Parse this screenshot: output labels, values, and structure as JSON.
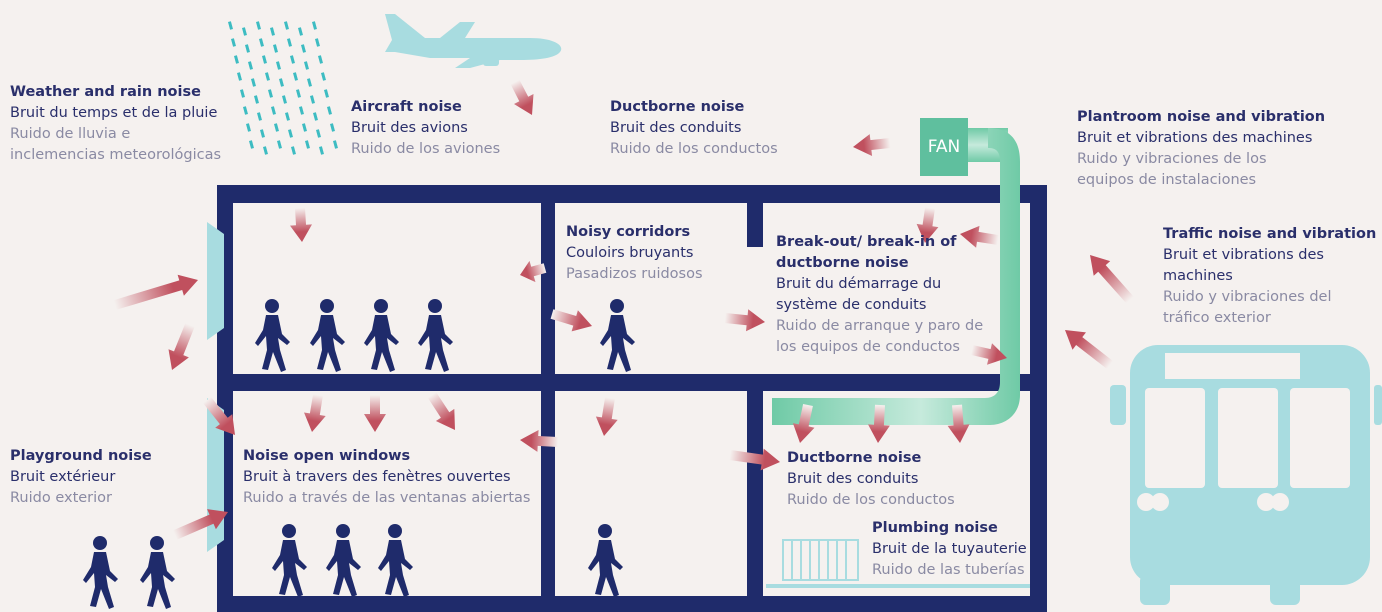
{
  "colors": {
    "building": "#1f2b6b",
    "light_blue": "#a8dce0",
    "arrow_red": "#c0505e",
    "duct_green": "#5fbf9e",
    "text_dark": "#2a2f6b",
    "text_grey": "#8a8aa3",
    "background": "#f5f1ef"
  },
  "fan_label": "FAN",
  "labels": {
    "weather": {
      "en": "Weather and rain noise",
      "fr": "Bruit du temps et de la pluie",
      "es": "Ruido de lluvia e inclemencias meteorológicas"
    },
    "aircraft": {
      "en": "Aircraft noise",
      "fr": "Bruit des avions",
      "es": "Ruido de los aviones"
    },
    "ductborne_top": {
      "en": "Ductborne noise",
      "fr": "Bruit des conduits",
      "es": "Ruido de los conductos"
    },
    "plantroom": {
      "en": "Plantroom noise and vibration",
      "fr": "Bruit et vibrations des machines",
      "es": "Ruido y vibraciones de los equipos de instalaciones"
    },
    "traffic": {
      "en": "Traffic noise and vibration",
      "fr": "Bruit et vibrations des machines",
      "es": "Ruido y vibraciones del tráfico exterior"
    },
    "corridors": {
      "en": "Noisy corridors",
      "fr": "Couloirs bruyants",
      "es": "Pasadizos ruidosos"
    },
    "breakout": {
      "en": "Break-out/ break-in of ductborne noise",
      "fr": "Bruit du démarrage du système de conduits",
      "es": "Ruido de arranque y paro de los equipos de conductos"
    },
    "playground": {
      "en": "Playground noise",
      "fr": "Bruit extérieur",
      "es": "Ruido exterior"
    },
    "windows": {
      "en": "Noise open windows",
      "fr": "Bruit à travers des fenètres ouvertes",
      "es": "Ruido a través de las ventanas abiertas"
    },
    "ductborne_bottom": {
      "en": "Ductborne noise",
      "fr": "Bruit des conduits",
      "es": "Ruido de los conductos"
    },
    "plumbing": {
      "en": "Plumbing noise",
      "fr": "Bruit de la tuyauterie",
      "es": "Ruido de las tuberías"
    }
  }
}
